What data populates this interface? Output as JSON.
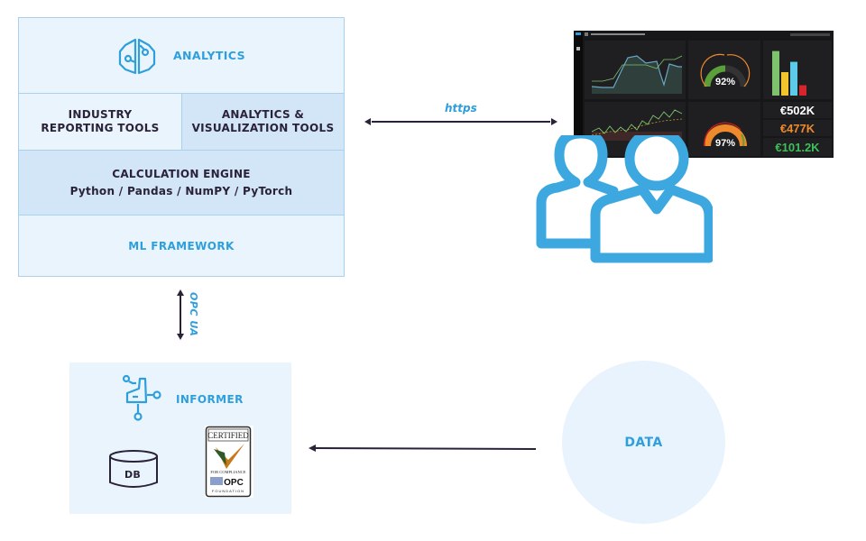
{
  "analytics_stack": {
    "header": {
      "icon": "analytics-brain-icon",
      "label": "ANALYTICS"
    },
    "industry_reporting": {
      "line1": "INDUSTRY",
      "line2": "REPORTING TOOLS"
    },
    "analytics_visualization": {
      "line1": "ANALYTICS &",
      "line2": "VISUALIZATION TOOLS"
    },
    "calculation_engine": {
      "title": "CALCULATION ENGINE",
      "subtitle": "Python / Pandas / NumPY / PyTorch"
    },
    "ml_framework": {
      "label": "ML FRAMEWORK"
    }
  },
  "connections": {
    "https": {
      "label": "https",
      "direction": "bidirectional"
    },
    "opc_ua": {
      "label": "OPC UA",
      "direction": "bidirectional"
    },
    "data_to_informer": {
      "direction": "left"
    }
  },
  "informer": {
    "icon": "factory-network-icon",
    "label": "INFORMER",
    "db_label": "DB",
    "certification": {
      "line1": "CERTIFIED",
      "line2": "FOR COMPLIANCE",
      "line3": "OPC",
      "line4": "FOUNDATION"
    }
  },
  "data": {
    "label": "DATA"
  },
  "users": {
    "icon": "users-icon"
  },
  "dashboard": {
    "title": "Production plan vs Production execution",
    "gauge1": {
      "value": "92%",
      "percent": 92
    },
    "gauge2": {
      "value": "97%",
      "percent": 97
    },
    "kpis": [
      {
        "value": "€502K",
        "color": "#ffffff"
      },
      {
        "value": "€477K",
        "color": "#ef8a2c"
      },
      {
        "value": "€101.2K",
        "color": "#3fbf5a"
      }
    ],
    "bar_values": [
      0.95,
      0.5,
      0.72,
      0.22
    ],
    "bar_colors": [
      "#7ec26e",
      "#f3c52c",
      "#5ccbea",
      "#d7262b"
    ]
  },
  "colors": {
    "accent_blue": "#2f9fdc",
    "box_light": "#eaf4fd",
    "box_mid": "#d2e6f8",
    "border": "#a9d0ee",
    "text_dark": "#2a2238"
  }
}
